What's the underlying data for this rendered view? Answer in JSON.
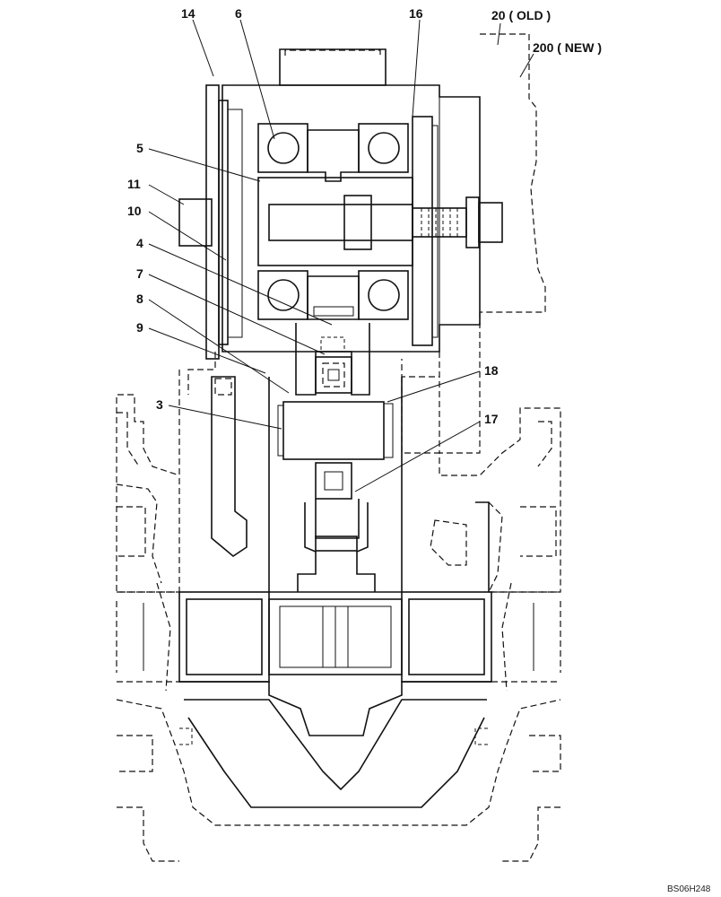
{
  "drawing": {
    "code": "BS06H248",
    "labels": [
      {
        "id": "14",
        "text": "14"
      },
      {
        "id": "6",
        "text": "6"
      },
      {
        "id": "16",
        "text": "16"
      },
      {
        "id": "20",
        "text": "20 ( OLD )"
      },
      {
        "id": "200",
        "text": "200 ( NEW )"
      },
      {
        "id": "5",
        "text": "5"
      },
      {
        "id": "11",
        "text": "11"
      },
      {
        "id": "10",
        "text": "10"
      },
      {
        "id": "4",
        "text": "4"
      },
      {
        "id": "7",
        "text": "7"
      },
      {
        "id": "8",
        "text": "8"
      },
      {
        "id": "9",
        "text": "9"
      },
      {
        "id": "18",
        "text": "18"
      },
      {
        "id": "3",
        "text": "3"
      },
      {
        "id": "17",
        "text": "17"
      }
    ]
  }
}
